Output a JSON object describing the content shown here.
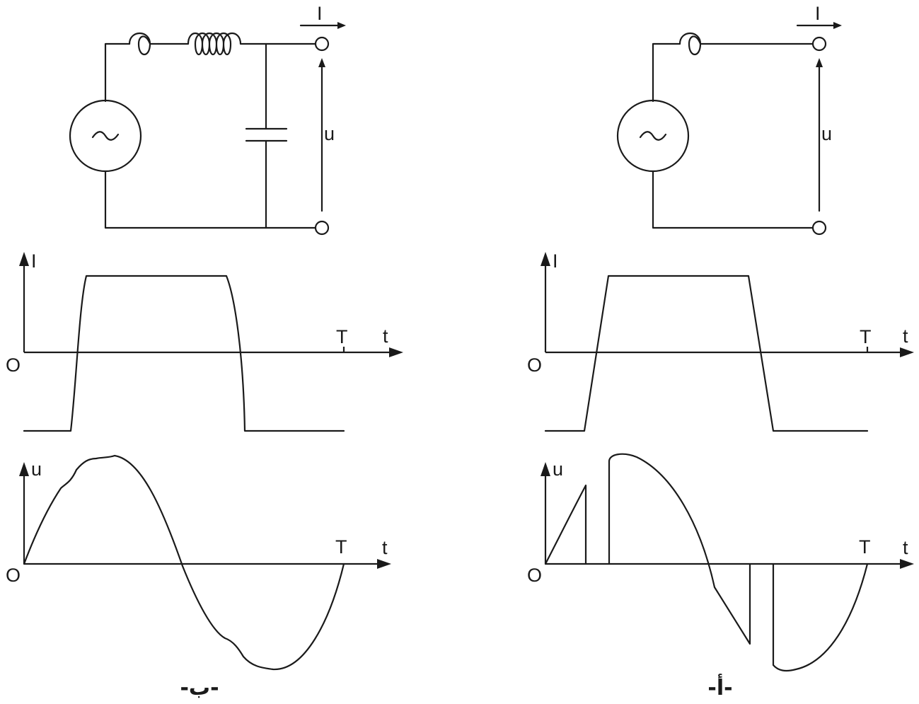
{
  "panels": {
    "b": {
      "caption": "-ب-",
      "circuit": {
        "current_label": "I",
        "voltage_label": "u"
      },
      "current_graph": {
        "y_label": "I",
        "x_label": "t",
        "origin_label": "O",
        "period_label": "T"
      },
      "voltage_graph": {
        "y_label": "u",
        "x_label": "t",
        "origin_label": "O",
        "period_label": "T"
      }
    },
    "a": {
      "caption": "-أ-",
      "circuit": {
        "current_label": "I",
        "voltage_label": "u"
      },
      "current_graph": {
        "y_label": "I",
        "x_label": "t",
        "origin_label": "O",
        "period_label": "T"
      },
      "voltage_graph": {
        "y_label": "u",
        "x_label": "t",
        "origin_label": "O",
        "period_label": "T"
      }
    }
  }
}
